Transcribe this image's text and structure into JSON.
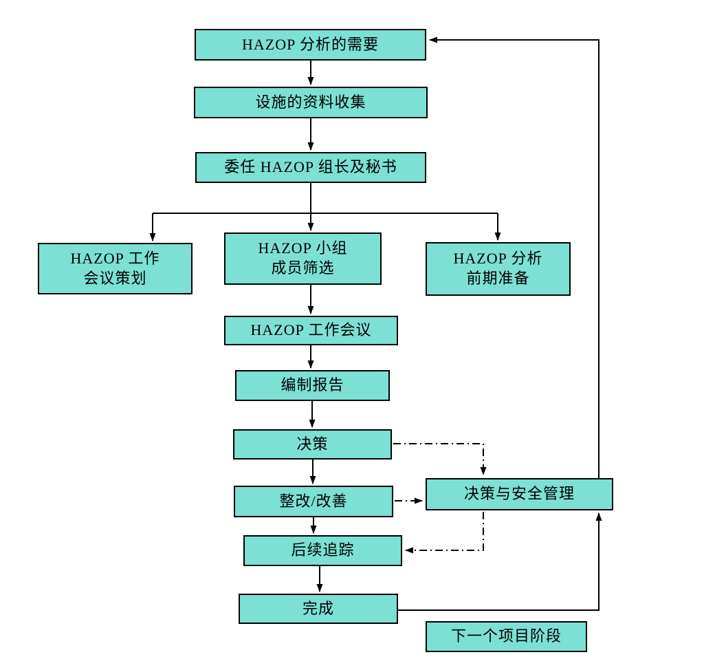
{
  "diagram": {
    "colors": {
      "box-fill": "#7de0d4",
      "box-border": "#000000",
      "line-color": "#000000",
      "text-color": "#000000",
      "page-bg": "#ffffff"
    },
    "nodes": [
      {
        "id": "hazop-need",
        "label": "HAZOP 分析的需要"
      },
      {
        "id": "data-collect",
        "label": "设施的资料收集"
      },
      {
        "id": "appoint-leader",
        "label": "委任 HAZOP 组长及秘书"
      },
      {
        "id": "meeting-plan",
        "label": "HAZOP 工作\n会议策划"
      },
      {
        "id": "member-select",
        "label": "HAZOP 小组\n成员筛选"
      },
      {
        "id": "pre-prep",
        "label": "HAZOP 分析\n前期准备"
      },
      {
        "id": "work-meeting",
        "label": "HAZOP 工作会议"
      },
      {
        "id": "report",
        "label": "编制报告"
      },
      {
        "id": "decision",
        "label": "决策"
      },
      {
        "id": "rectify",
        "label": "整改/改善"
      },
      {
        "id": "decision-safety",
        "label": "决策与安全管理"
      },
      {
        "id": "follow-up",
        "label": "后续追踪"
      },
      {
        "id": "complete",
        "label": "完成"
      },
      {
        "id": "next-phase",
        "label": "下一个项目阶段"
      }
    ]
  }
}
